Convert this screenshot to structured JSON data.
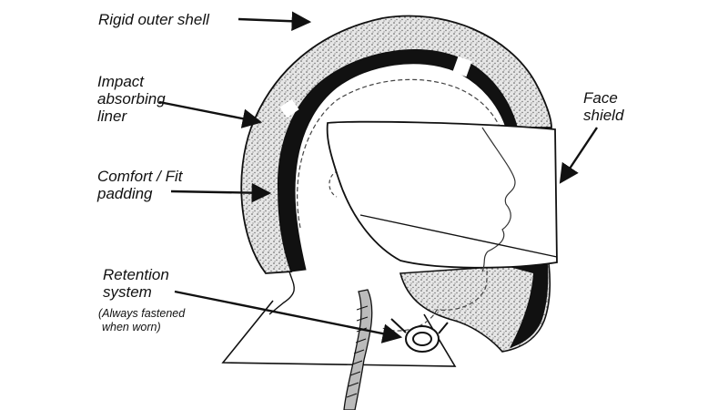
{
  "labels": {
    "outer_shell": "Rigid outer shell",
    "liner": [
      "Impact",
      "absorbing",
      "liner"
    ],
    "padding": [
      "Comfort / Fit",
      "padding"
    ],
    "retention": [
      "Retention",
      "system"
    ],
    "retention_note": [
      "(Always fastened",
      "when worn)"
    ],
    "face_shield": [
      "Face",
      "shield"
    ]
  },
  "colors": {
    "ink": "#111111",
    "background": "#ffffff",
    "shell_texture": "#c8c8c8"
  }
}
